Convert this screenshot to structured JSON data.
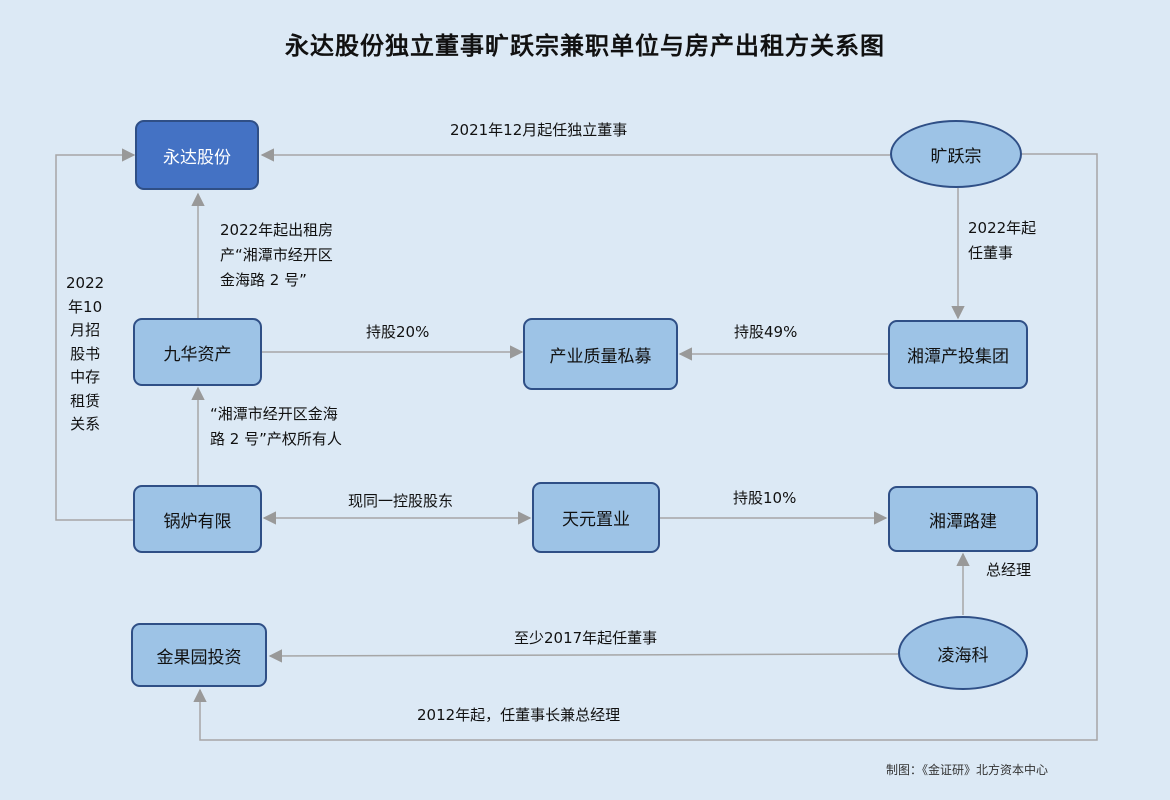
{
  "title": "永达股份独立董事旷跃宗兼职单位与房产出租方关系图",
  "nodes": {
    "yongda": "永达股份",
    "kuang": "旷跃宗",
    "jiuhua": "九华资产",
    "chanye": "产业质量私募",
    "xiangtan_invest": "湘潭产投集团",
    "guolu": "锅炉有限",
    "tianyuan": "天元置业",
    "xiangtan_road": "湘潭路建",
    "jinguo": "金果园投资",
    "ling": "凌海科"
  },
  "edges": {
    "kuang_yongda": "2021年12月起任独立董事",
    "jiuhua_yongda": [
      "2022年起出租房",
      "产“湘潭市经开区",
      "金海路 2 号”"
    ],
    "kuang_xiangtan": [
      "2022年起",
      "任董事"
    ],
    "guolu_left": [
      "2022",
      "年10",
      "月招",
      "股书",
      "中存",
      "租赁",
      "关系"
    ],
    "jiuhua_chanye": "持股20%",
    "xiangtan_chanye": "持股49%",
    "guolu_jiuhua": [
      "“湘潭市经开区金海",
      "路 2 号”产权所有人"
    ],
    "guolu_tianyuan": "现同一控股股东",
    "tianyuan_road": "持股10%",
    "ling_road": "总经理",
    "ling_jinguo": "至少2017年起任董事",
    "kuang_jinguo": "2012年起，任董事长兼总经理"
  },
  "credit": "制图：《金证研》北方资本中心"
}
